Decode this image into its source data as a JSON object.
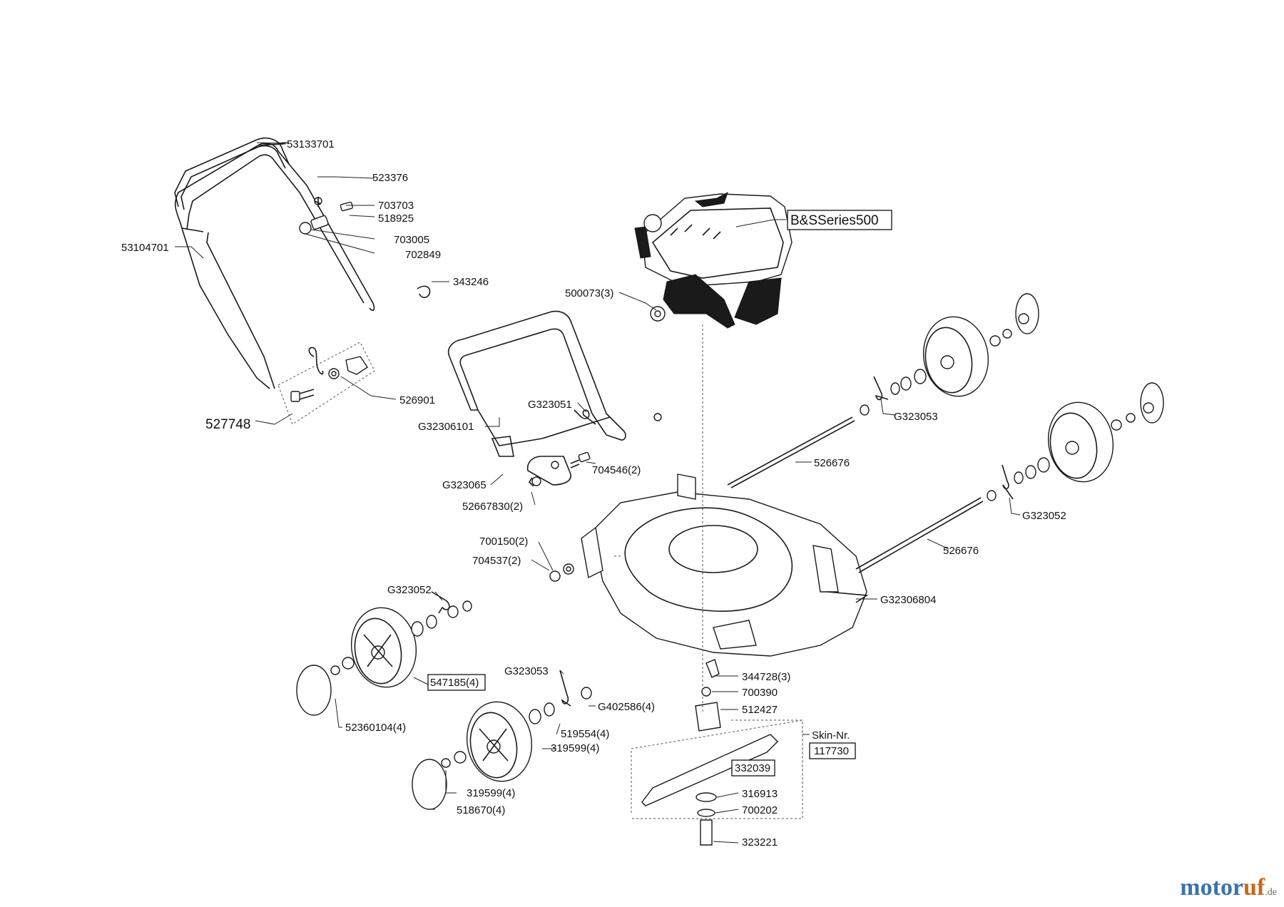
{
  "labels": {
    "p53133701": "53133701",
    "p523376": "523376",
    "p703703": "703703",
    "p518925": "518925",
    "p703005": "703005",
    "p702849": "702849",
    "p53104701": "53104701",
    "p343246": "343246",
    "p526901": "526901",
    "p527748": "527748",
    "pBS": "B&SSeries500",
    "p500073": "500073(3)",
    "pG323051": "G323051",
    "pG32306101": "G32306101",
    "pG323053a": "G323053",
    "p526676a": "526676",
    "p704546": "704546(2)",
    "pG323065": "G323065",
    "p52667830": "52667830(2)",
    "pG323052a": "G323052",
    "p526676b": "526676",
    "p700150": "700150(2)",
    "p704537": "704537(2)",
    "pG32306804": "G32306804",
    "pG323052b": "G323052",
    "p547185": "547185(4)",
    "pG323053b": "G323053",
    "pG402586": "G402586(4)",
    "p344728": "344728(3)",
    "p700390": "700390",
    "p512427": "512427",
    "p519554": "519554(4)",
    "p319599a": "319599(4)",
    "p52360104": "52360104(4)",
    "pSkin": "Skin-Nr.",
    "p117730": "117730",
    "p332039": "332039",
    "p319599b": "319599(4)",
    "p316913": "316913",
    "p518670": "518670(4)",
    "p700202": "700202",
    "p323221": "323221"
  },
  "watermark": {
    "main": "motor",
    "accent": "uf",
    "tld": ".de"
  }
}
